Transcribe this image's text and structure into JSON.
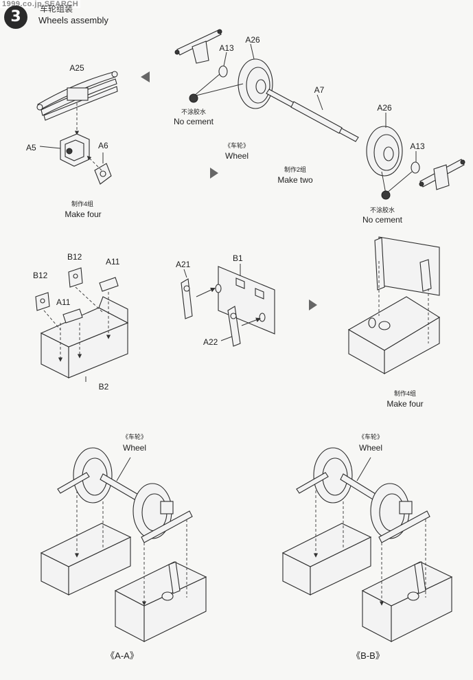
{
  "watermark": "1999.co.jp SEARCH",
  "step": {
    "number": "3",
    "title_cn": "车轮组装",
    "title_en": "Wheels assembly"
  },
  "parts": {
    "a25": "A25",
    "a5": "A5",
    "a6": "A6",
    "a13_top": "A13",
    "a26_top": "A26",
    "a7": "A7",
    "a26_right": "A26",
    "a13_right": "A13",
    "b12_left": "B12",
    "b12_mid": "B12",
    "a11_right": "A11",
    "a11_left": "A11",
    "b2": "B2",
    "a21": "A21",
    "b1": "B1",
    "a22": "A22"
  },
  "notes": {
    "no_cement_cn_1": "不涂胶水",
    "no_cement_en_1": "No cement",
    "no_cement_cn_2": "不涂胶水",
    "no_cement_en_2": "No cement",
    "wheel_cn_1": "《车轮》",
    "wheel_en_1": "Wheel",
    "make_two_cn": "制作2组",
    "make_two_en": "Make two",
    "make_four_cn_1": "制作4组",
    "make_four_en_1": "Make four",
    "make_four_cn_2": "制作4组",
    "make_four_en_2": "Make four",
    "wheel_cn_2": "《车轮》",
    "wheel_en_2": "Wheel",
    "wheel_cn_3": "《车轮》",
    "wheel_en_3": "Wheel"
  },
  "views": {
    "aa": "《A-A》",
    "bb": "《B-B》"
  },
  "colors": {
    "line": "#2b2b2b",
    "paper": "#f7f7f5",
    "badge": "#2a2a2a"
  }
}
